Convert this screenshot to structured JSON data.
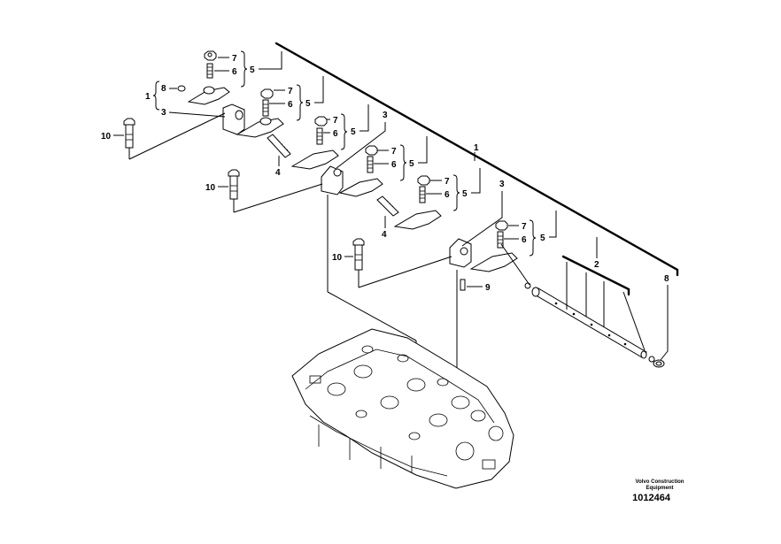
{
  "callouts": {
    "c1": "1",
    "c2": "2",
    "c3": "3",
    "c4": "4",
    "c5": "5",
    "c6": "6",
    "c7": "7",
    "c8": "8",
    "c9": "9",
    "c10": "10"
  },
  "footer": {
    "manufacturer_line1": "Volvo Construction",
    "manufacturer_line2": "Equipment",
    "drawing_number": "1012464"
  }
}
